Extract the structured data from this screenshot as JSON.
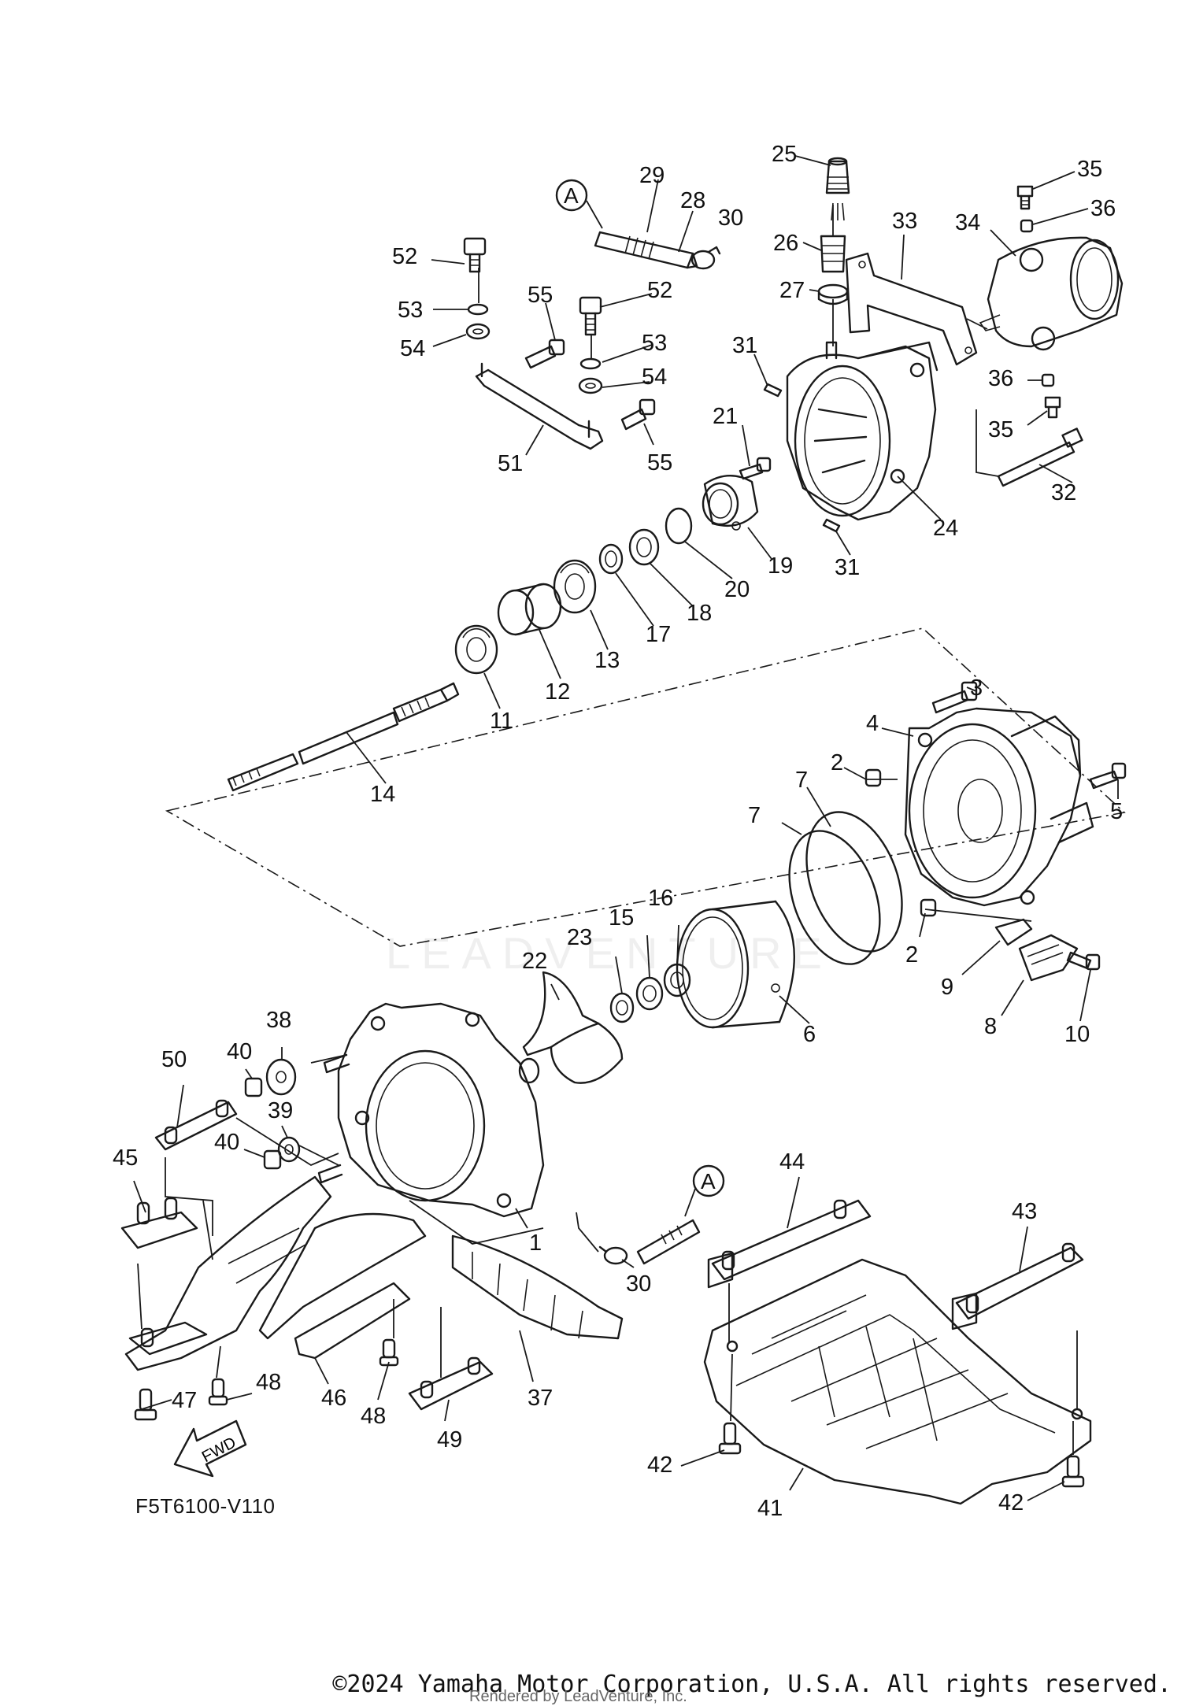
{
  "diagram": {
    "code": "F5T6100-V110",
    "copyright": "©2024 Yamaha Motor Corporation, U.S.A. All rights reserved.",
    "rendered_by": "Rendered by LeadVenture, Inc.",
    "watermark": "LEADVENTURE",
    "fwd_label": "FWD",
    "ref_label": "A",
    "callouts": [
      {
        "id": "29",
        "text": "29"
      },
      {
        "id": "28",
        "text": "28"
      },
      {
        "id": "30a",
        "text": "30"
      },
      {
        "id": "25",
        "text": "25"
      },
      {
        "id": "26",
        "text": "26"
      },
      {
        "id": "27",
        "text": "27"
      },
      {
        "id": "33",
        "text": "33"
      },
      {
        "id": "34",
        "text": "34"
      },
      {
        "id": "35a",
        "text": "35"
      },
      {
        "id": "36a",
        "text": "36"
      },
      {
        "id": "36b",
        "text": "36"
      },
      {
        "id": "35b",
        "text": "35"
      },
      {
        "id": "32",
        "text": "32"
      },
      {
        "id": "52a",
        "text": "52"
      },
      {
        "id": "53a",
        "text": "53"
      },
      {
        "id": "54a",
        "text": "54"
      },
      {
        "id": "55a",
        "text": "55"
      },
      {
        "id": "52b",
        "text": "52"
      },
      {
        "id": "53b",
        "text": "53"
      },
      {
        "id": "54b",
        "text": "54"
      },
      {
        "id": "55b",
        "text": "55"
      },
      {
        "id": "51",
        "text": "51"
      },
      {
        "id": "31a",
        "text": "31"
      },
      {
        "id": "21",
        "text": "21"
      },
      {
        "id": "24",
        "text": "24"
      },
      {
        "id": "31b",
        "text": "31"
      },
      {
        "id": "19",
        "text": "19"
      },
      {
        "id": "20",
        "text": "20"
      },
      {
        "id": "18",
        "text": "18"
      },
      {
        "id": "17",
        "text": "17"
      },
      {
        "id": "13",
        "text": "13"
      },
      {
        "id": "12",
        "text": "12"
      },
      {
        "id": "11",
        "text": "11"
      },
      {
        "id": "14",
        "text": "14"
      },
      {
        "id": "3",
        "text": "3"
      },
      {
        "id": "4",
        "text": "4"
      },
      {
        "id": "2a",
        "text": "2"
      },
      {
        "id": "5",
        "text": "5"
      },
      {
        "id": "7a",
        "text": "7"
      },
      {
        "id": "7b",
        "text": "7"
      },
      {
        "id": "2b",
        "text": "2"
      },
      {
        "id": "9",
        "text": "9"
      },
      {
        "id": "8",
        "text": "8"
      },
      {
        "id": "10",
        "text": "10"
      },
      {
        "id": "16",
        "text": "16"
      },
      {
        "id": "15",
        "text": "15"
      },
      {
        "id": "23",
        "text": "23"
      },
      {
        "id": "22",
        "text": "22"
      },
      {
        "id": "6",
        "text": "6"
      },
      {
        "id": "38",
        "text": "38"
      },
      {
        "id": "40a",
        "text": "40"
      },
      {
        "id": "50",
        "text": "50"
      },
      {
        "id": "39",
        "text": "39"
      },
      {
        "id": "40b",
        "text": "40"
      },
      {
        "id": "45",
        "text": "45"
      },
      {
        "id": "1",
        "text": "1"
      },
      {
        "id": "30b",
        "text": "30"
      },
      {
        "id": "44",
        "text": "44"
      },
      {
        "id": "43",
        "text": "43"
      },
      {
        "id": "37",
        "text": "37"
      },
      {
        "id": "46",
        "text": "46"
      },
      {
        "id": "47",
        "text": "47"
      },
      {
        "id": "48a",
        "text": "48"
      },
      {
        "id": "48b",
        "text": "48"
      },
      {
        "id": "49",
        "text": "49"
      },
      {
        "id": "42a",
        "text": "42"
      },
      {
        "id": "41",
        "text": "41"
      },
      {
        "id": "42b",
        "text": "42"
      }
    ]
  }
}
